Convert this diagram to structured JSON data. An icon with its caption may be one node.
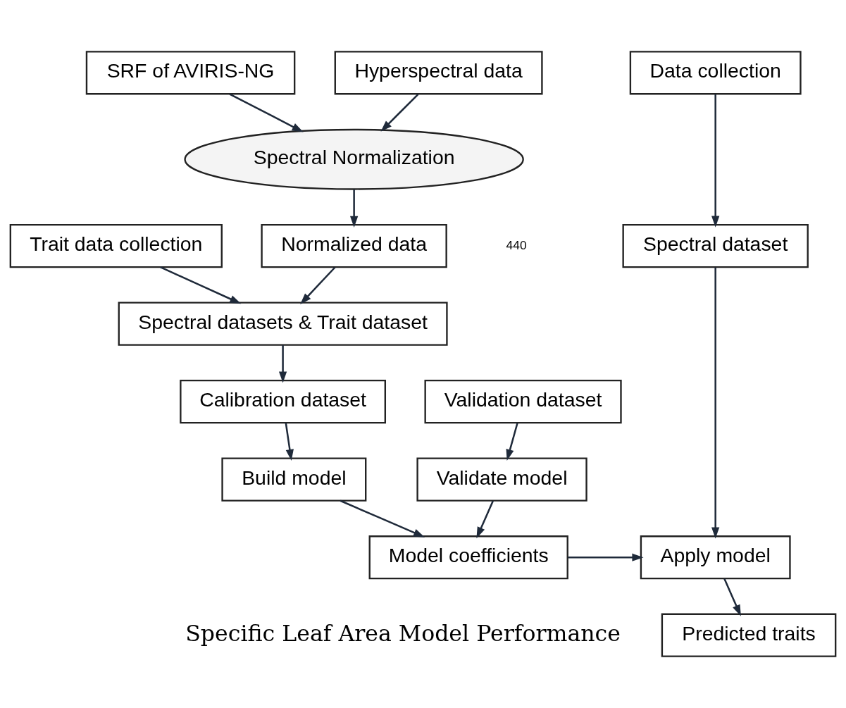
{
  "diagram": {
    "nodes": [
      {
        "text": [
          "SRF of AVIRIS-NG"
        ]
      },
      {
        "text": [
          "Hyperspectral data"
        ]
      },
      {
        "text": [
          "Spectral Normalization"
        ]
      },
      {
        "text": [
          "Normalized data"
        ]
      },
      {
        "text": [
          "Trait data collection"
        ]
      },
      {
        "text": [
          "Spectral datasets & Trait dataset"
        ]
      },
      {
        "text": [
          "Calibration dataset"
        ]
      },
      {
        "text": [
          "Validation dataset"
        ]
      },
      {
        "text": [
          "Build model"
        ]
      },
      {
        "text": [
          "Validate model"
        ]
      },
      {
        "text": [
          "Model coefficients"
        ]
      },
      {
        "text": [
          "Data collection"
        ]
      },
      {
        "text": [
          "Spectral dataset"
        ]
      },
      {
        "text": [
          "Apply model"
        ]
      },
      {
        "text": [
          "Predicted traits"
        ]
      }
    ],
    "edges": [
      {
        "from": 0,
        "to": 2,
        "arrow": "to"
      },
      {
        "from": 1,
        "to": 2,
        "arrow": "to"
      },
      {
        "from": 2,
        "to": 3,
        "arrow": "to"
      },
      {
        "from": 3,
        "to": 5,
        "arrow": "to"
      },
      {
        "from": 4,
        "to": 5,
        "arrow": "to"
      },
      {
        "from": 5,
        "to": 6,
        "arrow": "to"
      },
      {
        "from": 7,
        "to": 9,
        "arrow": "to"
      },
      {
        "from": 6,
        "to": 8,
        "arrow": "to"
      },
      {
        "from": 8,
        "to": 10,
        "arrow": "to"
      },
      {
        "from": 9,
        "to": 10,
        "arrow": "to"
      },
      {
        "from": 10,
        "to": 13,
        "arrow": "to"
      },
      {
        "from": 11,
        "to": 12,
        "arrow": "to"
      },
      {
        "from": 12,
        "to": 13,
        "arrow": "to"
      },
      {
        "from": 13,
        "to": 14,
        "arrow": "to"
      }
    ],
    "labels": [
      "440",
      "Specific Leaf Area Model Performance"
    ]
  }
}
